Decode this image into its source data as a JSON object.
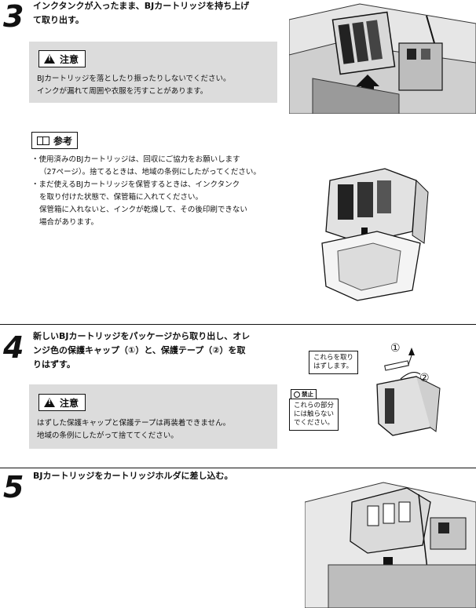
{
  "step3": {
    "number": "3",
    "text_line1": "インクタンクが入ったまま、BJカートリッジを持ち上げ",
    "text_line2": "て取り出す。",
    "caution_title": "注意",
    "caution_line1": "BJカートリッジを落としたり振ったりしないでください。",
    "caution_line2": "インクが漏れて周囲や衣服を汚すことがあります。",
    "note_title": "参考",
    "note_line1": "・使用済みのBJカートリッジは、回収にご協力をお願いします",
    "note_line2": "（27ページ）。捨てるときは、地域の条例にしたがってください。",
    "note_line3": "・まだ使えるBJカートリッジを保管するときは、インクタンク",
    "note_line4": "を取り付けた状態で、保管箱に入れてください。",
    "note_line5": "保管箱に入れないと、インクが乾燥して、その後印刷できない",
    "note_line6": "場合があります。"
  },
  "step4": {
    "number": "4",
    "text_line1": "新しいBJカートリッジをパッケージから取り出し、オレ",
    "text_line2": "ンジ色の保護キャップ（①）と、保護テープ（②）を取",
    "text_line3": "りはずす。",
    "caution_title": "注意",
    "caution_line1": "はずした保護キャップと保護テープは再装着できません。",
    "caution_line2": "地域の条例にしたがって捨ててください。",
    "callout1_line1": "これらを取り",
    "callout1_line2": "はずします。",
    "circle1": "①",
    "circle2": "②",
    "prohibit_label": "禁止",
    "callout2_line1": "これらの部分",
    "callout2_line2": "には触らない",
    "callout2_line3": "でください。"
  },
  "step5": {
    "number": "5",
    "text_line1": "BJカートリッジをカートリッジホルダに差し込む。"
  }
}
